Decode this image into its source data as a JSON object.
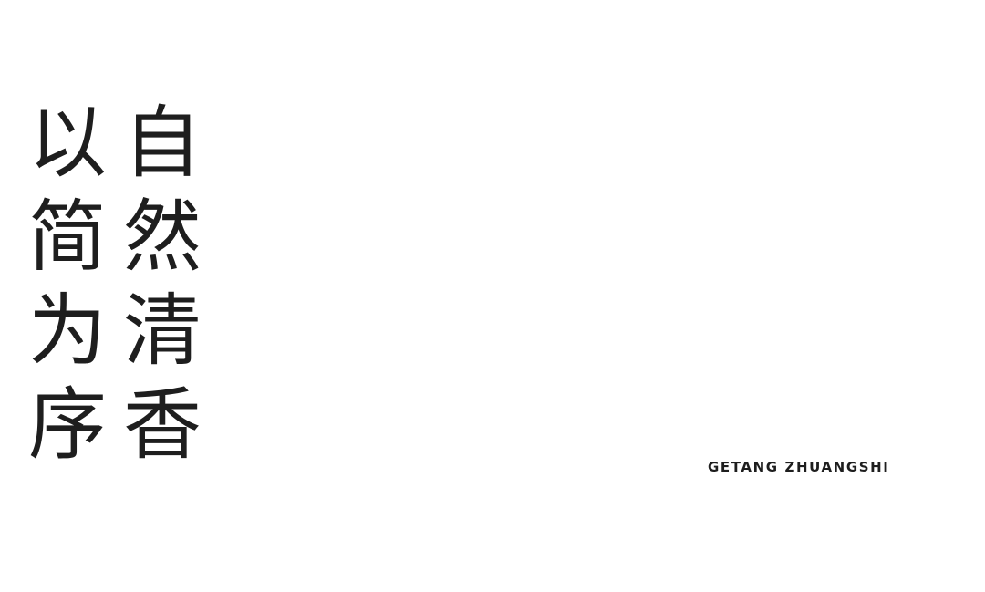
{
  "poem": {
    "columns": [
      [
        "以",
        "简",
        "为",
        "序"
      ],
      [
        "自",
        "然",
        "清",
        "香"
      ]
    ]
  },
  "tagline": "GETANG ZHUANGSHI",
  "colors": {
    "background": "#ffffff",
    "text": "#1e1e1e"
  }
}
